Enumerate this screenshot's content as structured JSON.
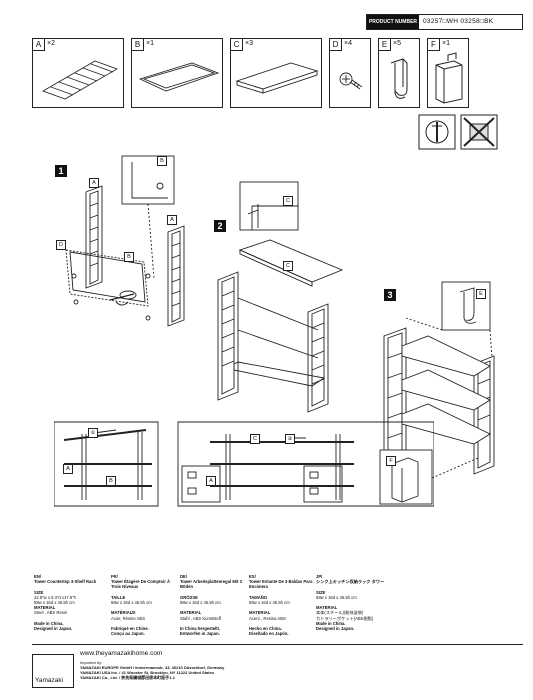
{
  "product": {
    "label": "PRODUCT NUMBER",
    "value": "03257□WH  03258□BK"
  },
  "parts": [
    {
      "letter": "A",
      "qty": "×2",
      "icon": "shelf-rack-icon"
    },
    {
      "letter": "B",
      "qty": "×1",
      "icon": "frame-icon"
    },
    {
      "letter": "C",
      "qty": "×3",
      "icon": "shelf-board-icon"
    },
    {
      "letter": "D",
      "qty": "×4",
      "icon": "screw-icon"
    },
    {
      "letter": "E",
      "qty": "×5",
      "icon": "hook-icon"
    },
    {
      "letter": "F",
      "qty": "×1",
      "icon": "holder-icon"
    }
  ],
  "steps": [
    "1",
    "2",
    "3"
  ],
  "labels": {
    "A": "A",
    "B": "B",
    "C": "C",
    "D": "D",
    "E": "E",
    "F": "F",
    "num1": "①",
    "num2": "②"
  },
  "languages": [
    {
      "code": "EN/",
      "name": "Tower Countertop 3-Shelf Rack",
      "size_h": "SIZE",
      "size": "22.8\"w x 6.3\"d x17.9\"h",
      "size2": "58w x 16d x 45.5h cm",
      "mat_h": "MATERIAL",
      "mat": "Steel , ABS Resin",
      "made": "Made in China.",
      "design": "Designed in Japan."
    },
    {
      "code": "FR/",
      "name": "Tower Étagère De Comptoir À Trois Niveaux",
      "size_h": "TAILLE",
      "size": "58w x 16d x 45.5h cm",
      "size2": "",
      "mat_h": "MATÉRIAUX",
      "mat": "Acier, Résine ABS",
      "made": "Fabriqué en Chine.",
      "design": "Conçu au Japon."
    },
    {
      "code": "DE/",
      "name": "Tower Arbeitsplattenregal Mit 3 Böden",
      "size_h": "GRÖSSE",
      "size": "58w x 16d x 45.5h cm",
      "size2": "",
      "mat_h": "MATERIAL",
      "mat": "Stahl , ABS Kunststoff",
      "made": "In China hergestellt.",
      "design": "Entworfen in Japan."
    },
    {
      "code": "ES/",
      "name": "Tower Estante De 3 Baldas Para Encimera",
      "size_h": "TAMAÑO",
      "size": "58w x 16d x 45.5h cm",
      "size2": "",
      "mat_h": "MATERIAL",
      "mat": "Acero , Resina ABS",
      "made": "Hecho en China.",
      "design": "Diseñado en Japón."
    },
    {
      "code": "JP/",
      "name": "シンク上キッチン収納ラック タワー",
      "size_h": "SIZE",
      "size": "58w x 16d x 45.5h cm",
      "size2": "",
      "mat_h": "MATERIAL",
      "mat": "本体(スチール)(粉体塗装)",
      "mat2": "カトラリーポケット(ABS樹脂)",
      "made": "Made in China.",
      "design": "Designed in Japan."
    }
  ],
  "footer": {
    "logo": "Yamazaki",
    "url": "www.theyamazakihome.com",
    "imported": "Imported by:",
    "l1": "YAMAZAKI EUROPE GmbH / Immermannstr. 33, 40210 Düsseldorf, Germany",
    "l2": "YAMAZAKI USA Inc. / 41 Wooster St, Brooklyn, NY 11222 United States",
    "l3": "YAMAZAKI Co., Ltd. / 奈良県磯城郡田原本町阪手1-1"
  }
}
